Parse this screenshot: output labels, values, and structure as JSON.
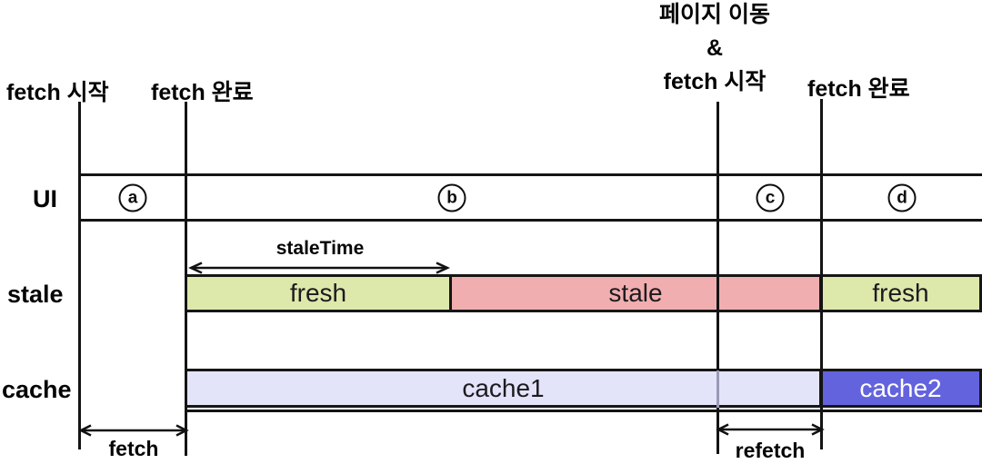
{
  "events": {
    "fetch_start": "fetch 시작",
    "fetch_complete": "fetch 완료",
    "page_move_group": [
      "페이지 이동",
      "&",
      "fetch 시작"
    ],
    "fetch_complete_2": "fetch 완료"
  },
  "ui_row": {
    "label": "UI",
    "segments": [
      "a",
      "b",
      "c",
      "d"
    ]
  },
  "stale_row": {
    "label": "stale",
    "staletime_label": "staleTime",
    "bars": [
      {
        "text": "fresh",
        "color": "#dde8ab"
      },
      {
        "text": "stale",
        "color": "#f1aeb0"
      },
      {
        "text": "fresh",
        "color": "#dde8ab"
      }
    ]
  },
  "cache_row": {
    "label": "cache",
    "bars": [
      {
        "text": "cache1",
        "color": "#e3e3f9",
        "text_color": "#1b1b1f"
      },
      {
        "text": "cache2",
        "color": "#6363de",
        "text_color": "#ffffff"
      }
    ]
  },
  "measures": {
    "fetch_label": "fetch",
    "refetch_label": "refetch"
  },
  "colors": {
    "line": "#141414",
    "fresh": "#dde8ab",
    "stale": "#f1aeb0",
    "cache1": "#e3e3f9",
    "cache2": "#6363de"
  }
}
